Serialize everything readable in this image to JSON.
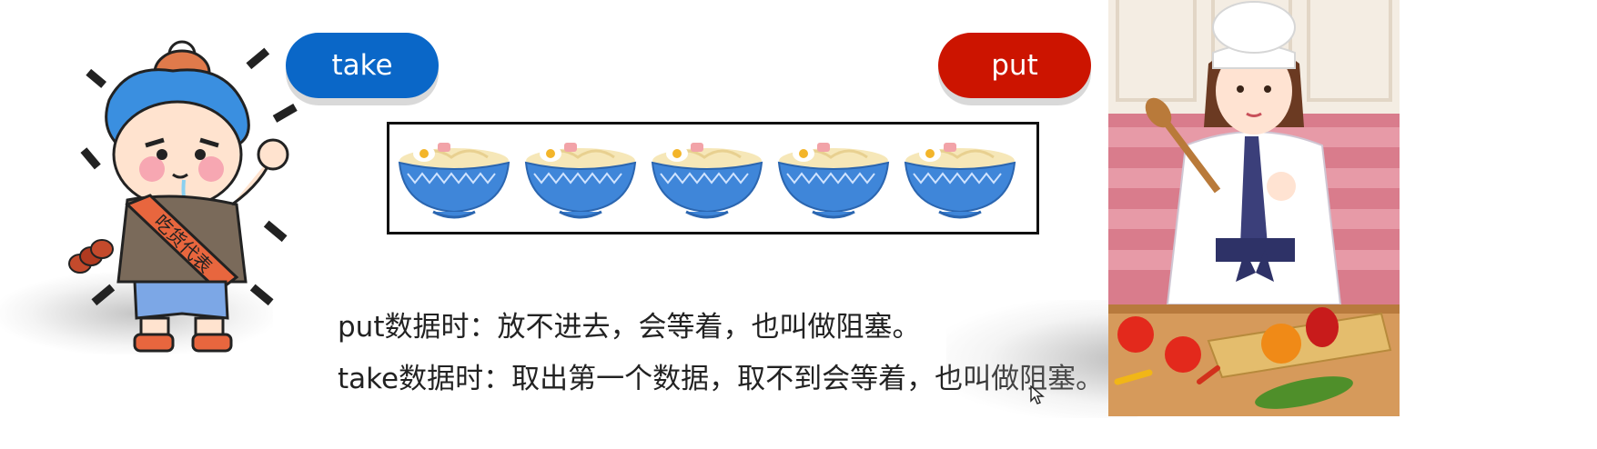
{
  "buttons": {
    "take_label": "take",
    "put_label": "put"
  },
  "queue": {
    "bowl_count": 5,
    "bowl_icon": "noodle-bowl-icon"
  },
  "explanation": {
    "put_line": "put数据时：放不进去，会等着，也叫做阻塞。",
    "take_line": "take数据时：取出第一个数据，取不到会等着，也叫做阻塞。"
  },
  "foodie_sash_text": "吃货代表",
  "colors": {
    "take": "#0a67c8",
    "put": "#cc1400",
    "bowl": "#3f86d9"
  }
}
